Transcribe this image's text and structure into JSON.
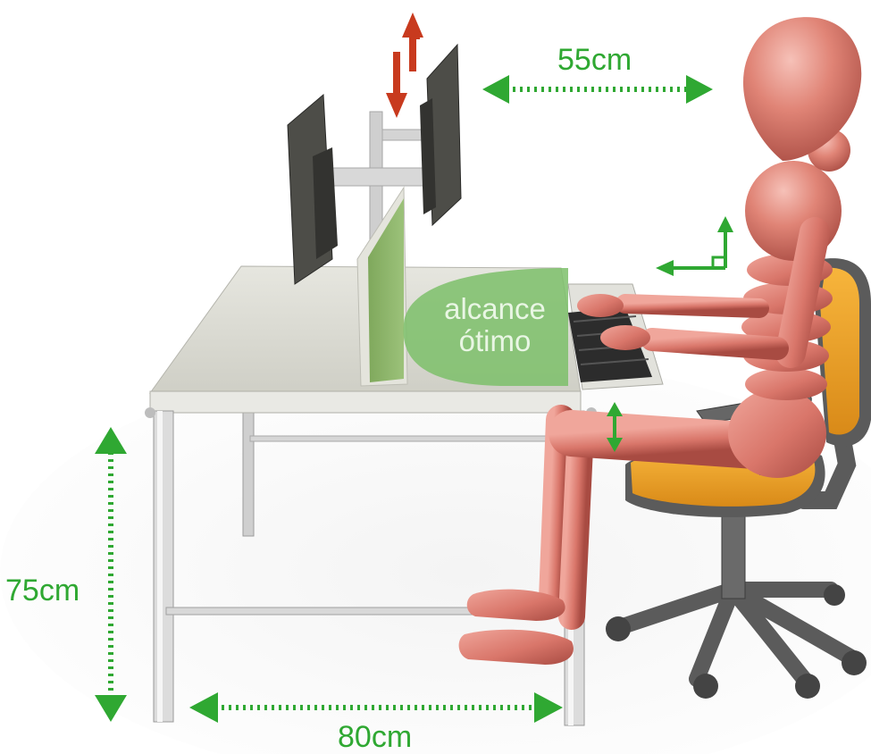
{
  "labels": {
    "top_distance": "55cm",
    "height": "75cm",
    "depth": "80cm",
    "reach_zone_line1": "alcance",
    "reach_zone_line2": "ótimo"
  },
  "colors": {
    "dimension_green": "#2fa832",
    "monitor_arrow_red": "#c83a1e",
    "mannequin": "#d9766a",
    "chair_seat": "#f2a62a",
    "chair_frame": "#5b5b5b",
    "desk_top": "#dcdcd4",
    "reach_zone": "#7cc06a"
  }
}
